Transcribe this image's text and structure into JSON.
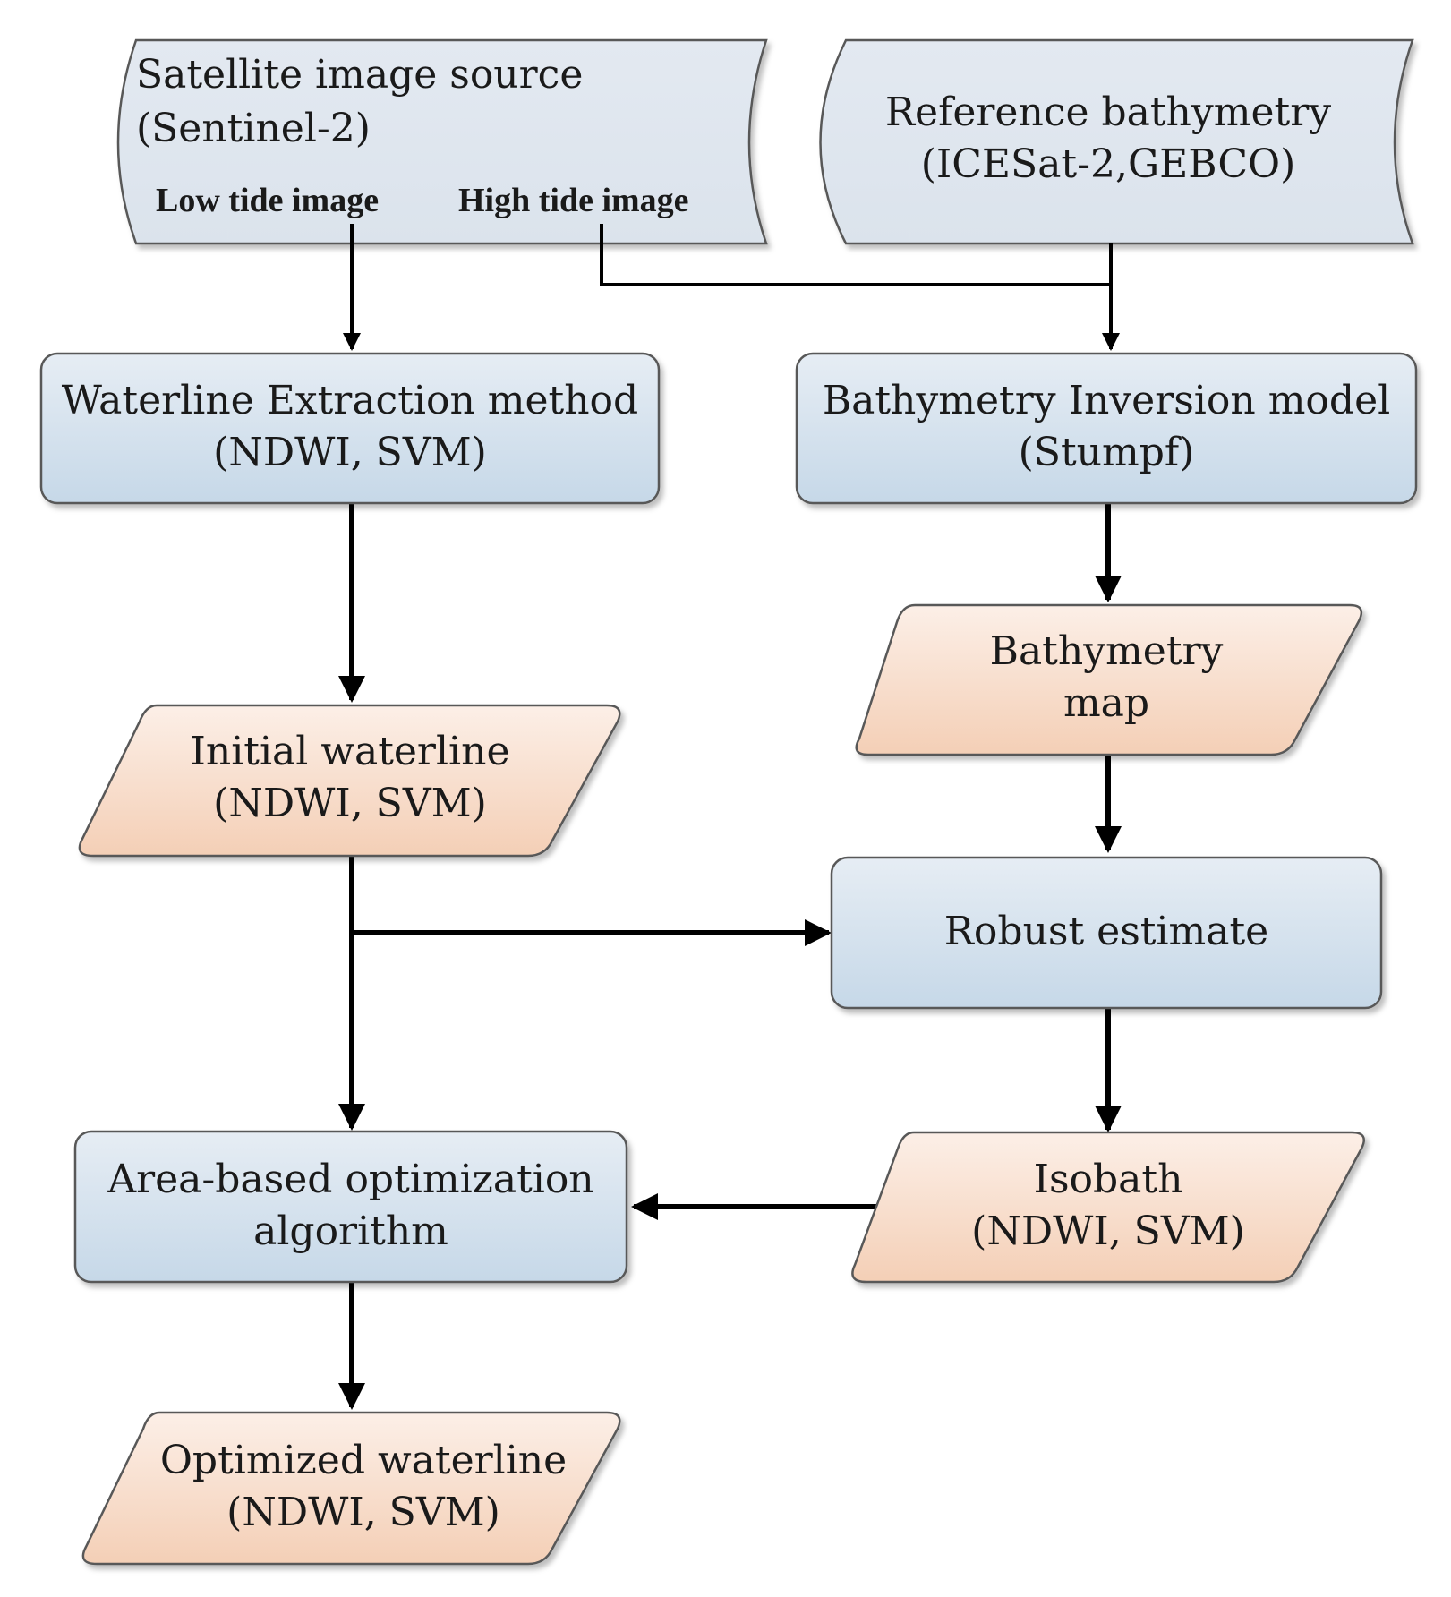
{
  "colors": {
    "process_top": "#e6edf4",
    "process_bottom": "#c6d8e8",
    "data_top": "#fcefe7",
    "data_bottom": "#f4cfb6",
    "source_fill": "#e1e8f0",
    "arrow": "#000000"
  },
  "sources": {
    "satellite": {
      "title": "Satellite image source",
      "subtitle": "(Sentinel-2)",
      "low_tide": "Low tide image",
      "high_tide": "High tide image"
    },
    "reference": {
      "title": "Reference bathymetry",
      "subtitle": "(ICESat-2,GEBCO)"
    }
  },
  "nodes": {
    "waterline_extraction": {
      "line1": "Waterline Extraction method",
      "line2": "(NDWI, SVM)"
    },
    "bathymetry_inversion": {
      "line1": "Bathymetry Inversion model",
      "line2": "(Stumpf)"
    },
    "bathymetry_map": {
      "line1": "Bathymetry",
      "line2": "map"
    },
    "initial_waterline": {
      "line1": "Initial waterline",
      "line2": "(NDWI, SVM)"
    },
    "robust_estimate": {
      "line1": "Robust estimate"
    },
    "area_optimization": {
      "line1": "Area-based optimization",
      "line2": "algorithm"
    },
    "isobath": {
      "line1": "Isobath",
      "line2": "(NDWI, SVM)"
    },
    "optimized_waterline": {
      "line1": "Optimized waterline",
      "line2": "(NDWI, SVM)"
    }
  }
}
